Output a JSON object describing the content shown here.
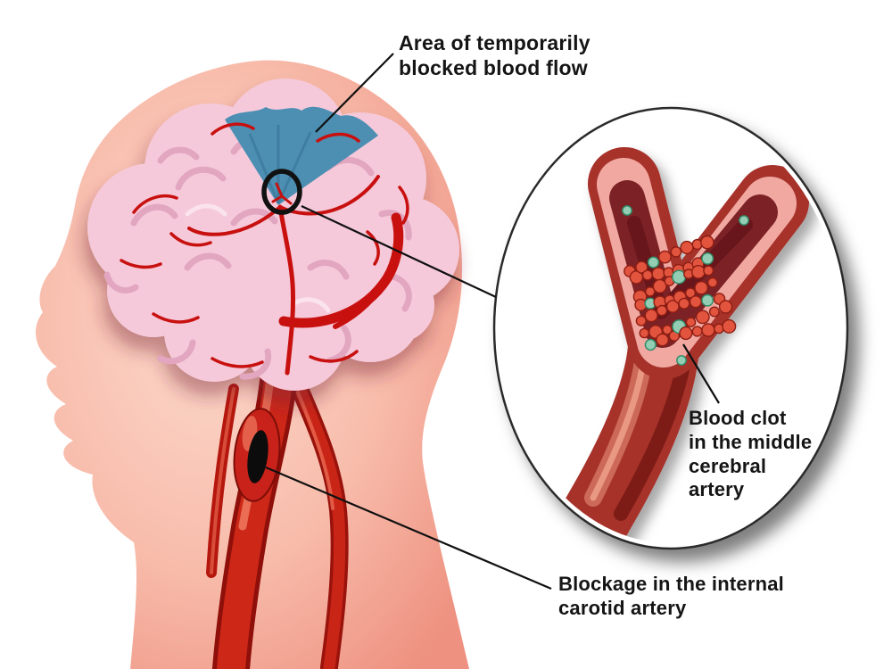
{
  "labels": {
    "blocked_flow": "Area of temporarily\nblocked blood flow",
    "blood_clot": "Blood clot\nin the middle\ncerebral\nartery",
    "blockage": "Blockage in the internal\ncarotid artery"
  },
  "colors": {
    "background": "#ffffff",
    "skin": "#f6b09e",
    "brain_pink": "#f5c9da",
    "artery_red": "#c8100f",
    "blocked_area_blue": "#4c8fb2",
    "blockage_black": "#0c0c0c",
    "blood_cell_red": "#e2543e",
    "blood_cell_outline": "#8e1d12",
    "platelet_teal": "#93cdb4",
    "platelet_outline": "#2f8a66",
    "label_text": "#151515",
    "leader_line": "#101010"
  },
  "icons": {
    "highlight_ring": "circle marking clot location on brain",
    "magnifier_inset": "magnified artery cross-section with blood clot"
  }
}
